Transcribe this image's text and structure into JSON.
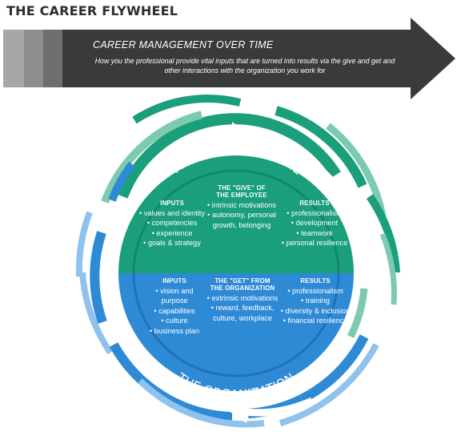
{
  "title": "THE CAREER FLYWHEEL",
  "banner": {
    "title": "CAREER MANAGEMENT OVER TIME",
    "subtitle": "How you the professional provide vital inputs that are turned into results via the give and get and other interactions with the organization you work for"
  },
  "professional": {
    "label": "THE PROFESSIONAL",
    "inputs": {
      "heading": "INPUTS",
      "items": [
        "values and identity",
        "competencies",
        "experience",
        "goals & strategy"
      ]
    },
    "give": {
      "heading_line1": "THE \"GIVE\" OF",
      "heading_line2": "THE EMPLOYEE",
      "items": [
        "intrinsic motivations",
        "autonomy, personal growth, belonging"
      ]
    },
    "results": {
      "heading": "RESULTS",
      "items": [
        "professionalism",
        "development",
        "teamwork",
        "personal resilience"
      ]
    }
  },
  "organization": {
    "label": "THE ORGANIZATION",
    "inputs": {
      "heading": "INPUTS",
      "items": [
        "vision and purpose",
        "capabilities",
        "culture",
        "business plan"
      ]
    },
    "get": {
      "heading_line1": "THE \"GET\" FROM",
      "heading_line2": "THE ORGANIZATION",
      "items": [
        "extrinsic motivations",
        "reward, feedback, culture, workplace"
      ]
    },
    "results": {
      "heading": "RESULTS",
      "items": [
        "professionalism",
        "training",
        "diversity & inclusion",
        "financial resilience"
      ]
    }
  },
  "colors": {
    "green": "#1a9e7b",
    "green_dark": "#13876a",
    "green_light": "#7ccab0",
    "blue": "#2f8ad6",
    "blue_dark": "#1f72bd",
    "blue_light": "#8fc2ec",
    "banner_dark": "#3a3a3c",
    "banner_grays": [
      "#a7a7a9",
      "#8d8d8f",
      "#6f6f71"
    ]
  }
}
